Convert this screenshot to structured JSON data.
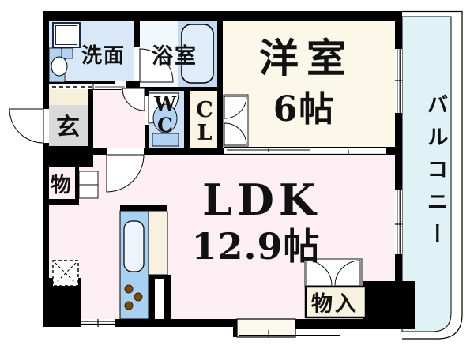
{
  "rooms": {
    "washroom": {
      "label": "洗面"
    },
    "bathroom": {
      "label": "浴室"
    },
    "western_room": {
      "label": "洋室",
      "size": "6帖"
    },
    "balcony": {
      "label": "バルコニー"
    },
    "entrance": {
      "label": "玄"
    },
    "storage_hall": {
      "label": "物"
    },
    "toilet": {
      "line1": "W",
      "line2": "C"
    },
    "closet": {
      "line1": "C",
      "line2": "L"
    },
    "ldk": {
      "label": "LDK",
      "size": "12.9帖"
    },
    "storage_ldk": {
      "label": "物入"
    }
  },
  "colors": {
    "wall": "#000000",
    "washroom_fill": "#d9e8f8",
    "bathroom_fill": "#f3f8fd",
    "bath_zone_fill": "#c2daf3",
    "tub_fill": "#dfecf9",
    "wc_fill": "#cde1f6",
    "fixture_fill": "#b3d2f2",
    "closet_fill": "#faf4e3",
    "western_room_fill": "#fbf8e9",
    "ldk_fill": "#fdeff3",
    "balcony_fill": "#e1f2f6",
    "entrance_floor_fill": "#d9d9d9",
    "entrance_step_fill": "#f6efda",
    "storage_fill": "#f8f2e0",
    "kitchen_fill": "#a8d0f0",
    "counter_fill": "#f8f1e0",
    "sink_fill": "#edf4fb",
    "burner_fill": "#7a4a12",
    "bay_fill": "#fdf8ee",
    "door_swing_fill": "#ffffff"
  }
}
